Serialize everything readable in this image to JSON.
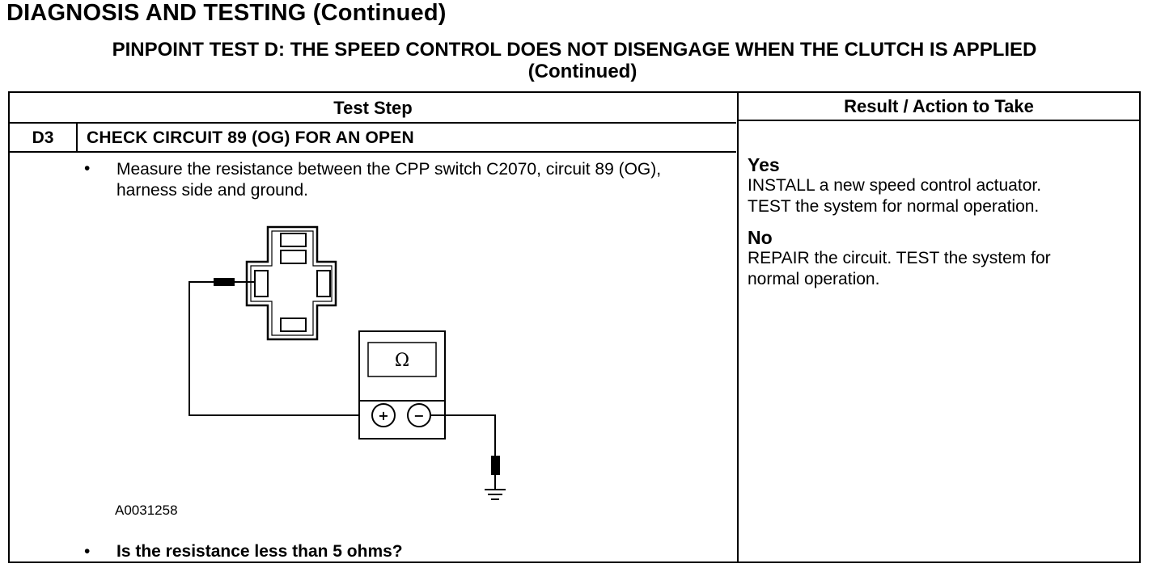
{
  "page": {
    "title": "DIAGNOSIS AND TESTING (Continued)",
    "subtitle_line1": "PINPOINT TEST D: THE SPEED CONTROL DOES NOT DISENGAGE WHEN THE CLUTCH IS APPLIED",
    "subtitle_line2": "(Continued)"
  },
  "table": {
    "col_test_step": "Test Step",
    "col_result": "Result / Action to Take",
    "step": {
      "id": "D3",
      "title": "CHECK CIRCUIT 89 (OG) FOR AN OPEN",
      "bullet_symbol": "•",
      "instruction": "Measure the resistance between the CPP switch C2070, circuit 89 (OG), harness side and ground.",
      "figure_id": "A0031258",
      "question": "Is the resistance less than 5 ohms?"
    },
    "results": [
      {
        "heading": "Yes",
        "lines": [
          "INSTALL a new speed control actuator.",
          "TEST the system for normal operation."
        ]
      },
      {
        "heading": "No",
        "lines": [
          "REPAIR the circuit. TEST the system for",
          "normal operation."
        ]
      }
    ]
  },
  "diagram": {
    "meter_symbol": "Ω",
    "plus_symbol": "+",
    "minus_symbol": "−",
    "icons": [
      "connector-c2070-icon",
      "ohmmeter-icon",
      "test-probe-icon",
      "ground-symbol-icon"
    ]
  }
}
